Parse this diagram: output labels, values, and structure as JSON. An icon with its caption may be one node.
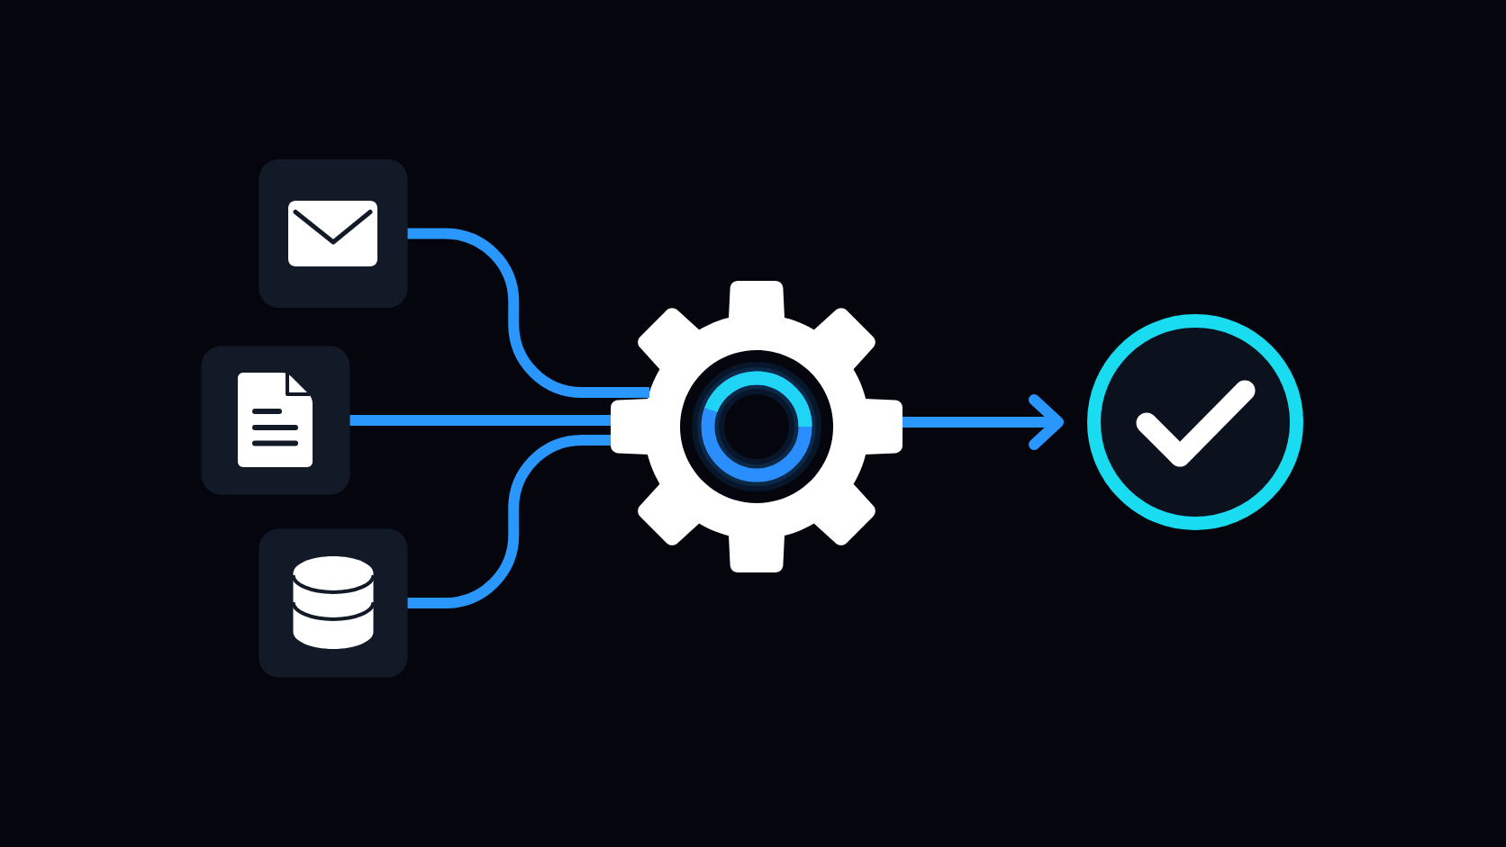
{
  "diagram": {
    "nodes": [
      {
        "text": [],
        "shape": "box"
      },
      {
        "text": [],
        "shape": "box"
      },
      {
        "text": [],
        "shape": "box"
      },
      {
        "text": [],
        "shape": "picture"
      },
      {
        "text": [],
        "shape": "circle"
      }
    ],
    "edges": [
      {
        "from": 0,
        "to": 3,
        "arrow": "none"
      },
      {
        "from": 1,
        "to": 3,
        "arrow": "none"
      },
      {
        "from": 2,
        "to": 3,
        "arrow": "none"
      },
      {
        "from": 3,
        "to": 4,
        "arrow": "to"
      }
    ]
  }
}
